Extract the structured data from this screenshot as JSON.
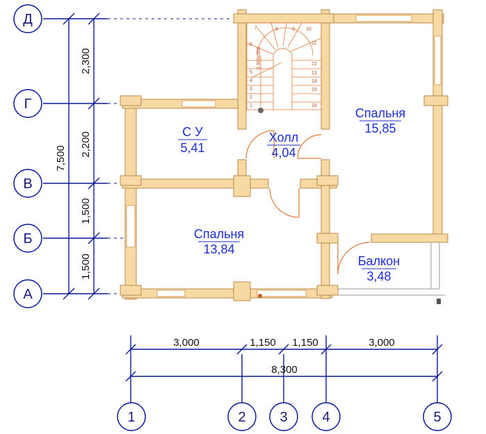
{
  "axes_letters": [
    {
      "id": "D",
      "label": "Д"
    },
    {
      "id": "G",
      "label": "Г"
    },
    {
      "id": "V",
      "label": "В"
    },
    {
      "id": "B",
      "label": "Б"
    },
    {
      "id": "A",
      "label": "А"
    }
  ],
  "axes_numbers": [
    {
      "id": "1",
      "label": "1"
    },
    {
      "id": "2",
      "label": "2"
    },
    {
      "id": "3",
      "label": "3"
    },
    {
      "id": "4",
      "label": "4"
    },
    {
      "id": "5",
      "label": "5"
    }
  ],
  "vertical_dims": {
    "segments": [
      "2,300",
      "2,200",
      "1,500",
      "1,500"
    ],
    "total": "7,500"
  },
  "horizontal_dims": {
    "segments": [
      "3,000",
      "1,150",
      "1,150",
      "3,000"
    ],
    "total": "8,300"
  },
  "rooms": {
    "bath": {
      "name": "С У",
      "area": "5,41"
    },
    "hall": {
      "name": "Холл",
      "area": "4,04"
    },
    "bedroom_right": {
      "name": "Спальня",
      "area": "15,85"
    },
    "bedroom_left": {
      "name": "Спальня",
      "area": "13,84"
    },
    "balcony": {
      "name": "Балкон",
      "area": "3,48"
    }
  },
  "stairs": {
    "steps": [
      "1",
      "2",
      "3",
      "4",
      "5",
      "6",
      "7",
      "8",
      "9",
      "10",
      "11",
      "12",
      "13",
      "14",
      "15",
      "16"
    ],
    "note": "0.300x300"
  }
}
